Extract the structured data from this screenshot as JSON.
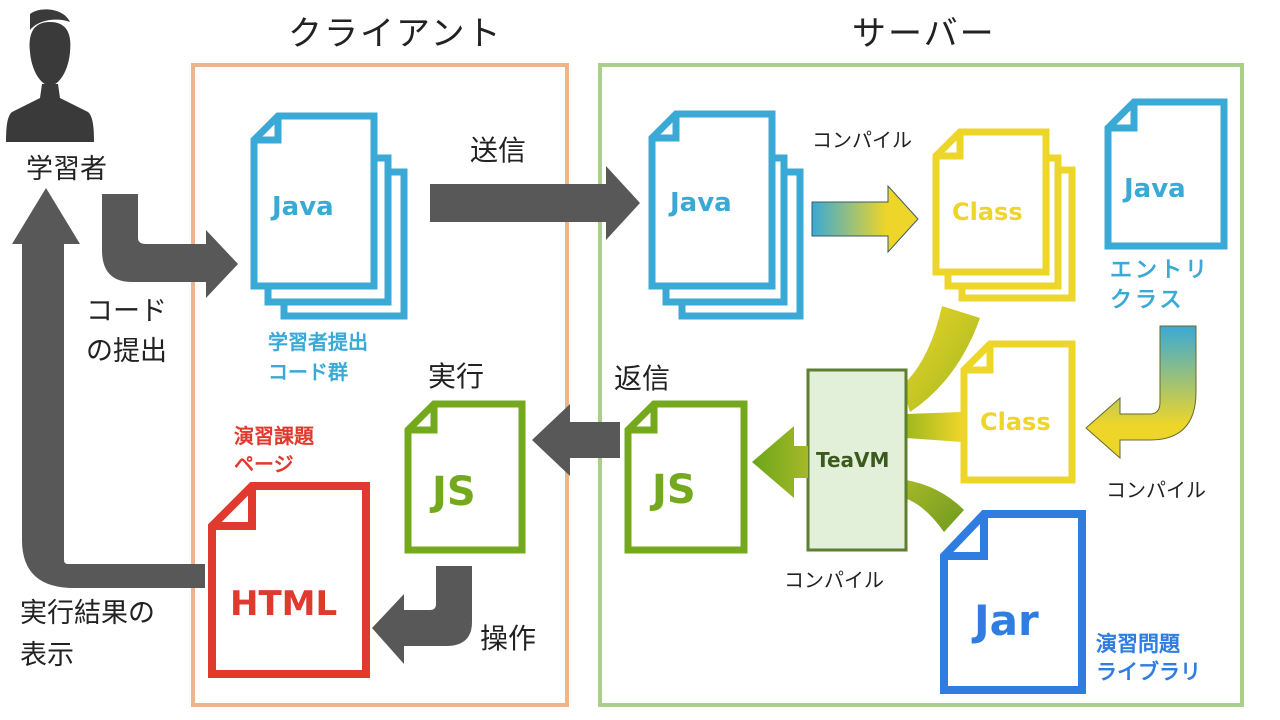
{
  "titles": {
    "client": "クライアント",
    "server": "サーバー"
  },
  "learner": {
    "label": "学習者"
  },
  "left_labels": {
    "submit_line1": "コード",
    "submit_line2": "の提出",
    "result_line1": "実行結果の",
    "result_line2": "表示"
  },
  "client": {
    "java_doc": "Java",
    "java_caption_line1": "学習者提出",
    "java_caption_line2": "コード群",
    "send": "送信",
    "run": "実行",
    "js_doc": "JS",
    "html_doc": "HTML",
    "html_caption_line1": "演習課題",
    "html_caption_line2": "ページ",
    "operate": "操作"
  },
  "server": {
    "java_doc": "Java",
    "compile_top": "コンパイル",
    "class_doc": "Class",
    "entry_java_doc": "Java",
    "entry_caption_line1": "エントリ",
    "entry_caption_line2": "クラス",
    "entry_class_doc": "Class",
    "compile_right": "コンパイル",
    "teavm": "TeaVM",
    "compile_bottom": "コンパイル",
    "js_doc": "JS",
    "return": "返信",
    "jar_doc": "Jar",
    "jar_caption_line1": "演習問題",
    "jar_caption_line2": "ライブラリ"
  },
  "colors": {
    "java": "#3aa9d5",
    "class": "#eed52a",
    "js": "#74a91d",
    "html": "#e03a2e",
    "jar": "#2f7de1",
    "arrow": "#585858",
    "client_border": "#f0b48a",
    "server_border": "#a9cf8a",
    "teavm_fill": "#e2efd9",
    "teavm_border": "#5c7f30"
  },
  "icons": [
    "person-icon"
  ]
}
